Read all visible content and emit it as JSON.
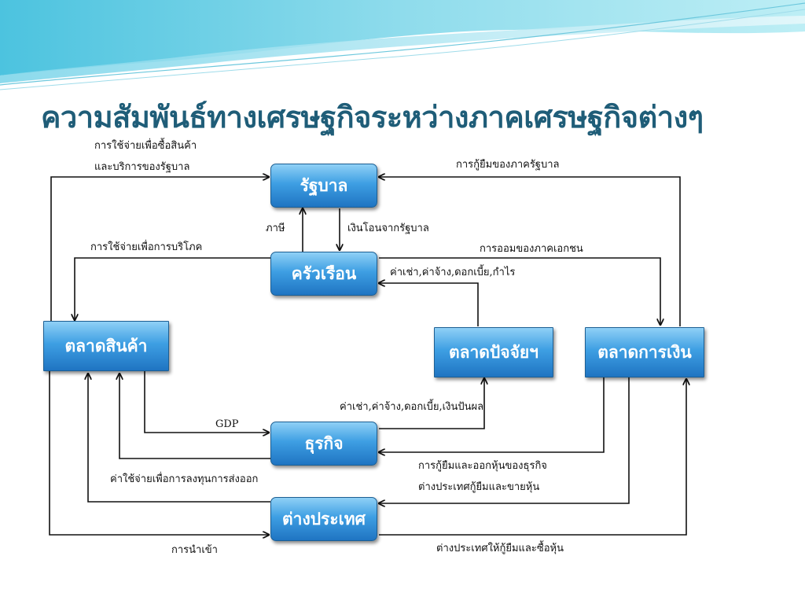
{
  "title": "ความสัมพันธ์ทางเศรษฐกิจระหว่างภาคเศรษฐกิจต่างๆ",
  "colors": {
    "title": "#1f5d78",
    "node_top": "#8fd0f6",
    "node_bottom": "#1f74c2",
    "arrow": "#111111"
  },
  "nodes": {
    "government": "รัฐบาล",
    "household": "ครัวเรือน",
    "goods_market": "ตลาดสินค้า",
    "factor_market": "ตลาดปัจจัยฯ",
    "financial_market": "ตลาดการเงิน",
    "business": "ธุรกิจ",
    "foreign": "ต่างประเทศ"
  },
  "labels": {
    "gov_spending_1": "การใช้จ่ายเพื่อซื้อสินค้า",
    "gov_spending_2": "และบริการของรัฐบาล",
    "gov_borrowing": "การกู้ยืมของภาครัฐบาล",
    "tax": "ภาษี",
    "transfer": "เงินโอนจากรัฐบาล",
    "consumption": "การใช้จ่ายเพื่อการบริโภค",
    "private_saving": "การออมของภาคเอกชน",
    "factor_income_household": "ค่าเช่า,ค่าจ้าง,ดอกเบี้ย,กำไร",
    "factor_payment_business": "ค่าเช่า,ค่าจ้าง,ดอกเบี้ย,เงินปันผล",
    "gdp": "GDP",
    "investment_export": "ค่าใช้จ่ายเพื่อการลงทุนการส่งออก",
    "business_finance_1": "การกู้ยืมและออกหุ้นของธุรกิจ",
    "business_finance_2": "ต่างประเทศกู้ยืมและขายหุ้น",
    "import": "การนำเข้า",
    "foreign_lending": "ต่างประเทศให้กู้ยืมและซื้อหุ้น"
  }
}
